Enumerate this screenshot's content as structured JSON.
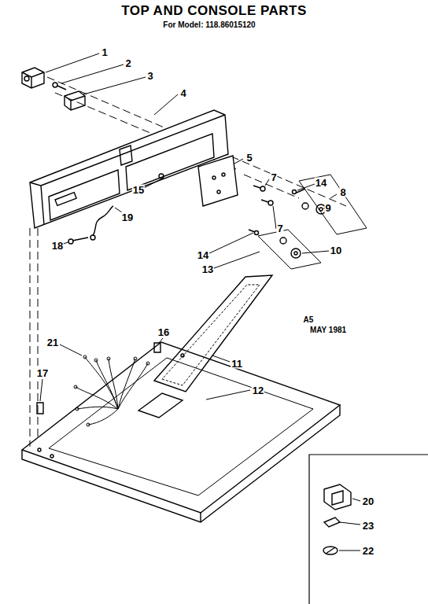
{
  "diagram": {
    "title": "TOP AND CONSOLE PARTS",
    "labels": [
      "For Model: 118.86015120",
      "1",
      "2",
      "3",
      "4",
      "5",
      "7",
      "14",
      "8",
      "9",
      "15",
      "19",
      "7",
      "10",
      "18",
      "14",
      "13",
      "A5",
      "MAY 1981",
      "16",
      "21",
      "11",
      "12",
      "17",
      "20",
      "23",
      "22"
    ]
  }
}
